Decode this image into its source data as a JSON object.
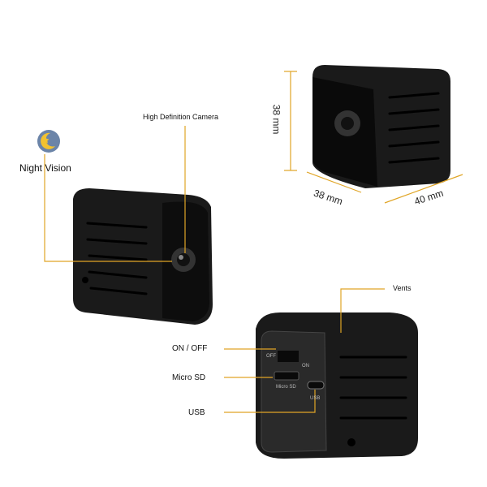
{
  "labels": {
    "night_vision": "Night Vision",
    "hd_camera": "High Definition Camera",
    "vents": "Vents",
    "on_off": "ON / OFF",
    "micro_sd": "Micro SD",
    "usb": "USB"
  },
  "dimensions": {
    "height": "38 mm",
    "depth": "38 mm",
    "width": "40 mm"
  },
  "body_markings": {
    "off": "OFF",
    "on": "ON",
    "sd": "Micro SD",
    "usb": "USB"
  },
  "colors": {
    "accent": "#e0a526",
    "body": "#151515"
  }
}
